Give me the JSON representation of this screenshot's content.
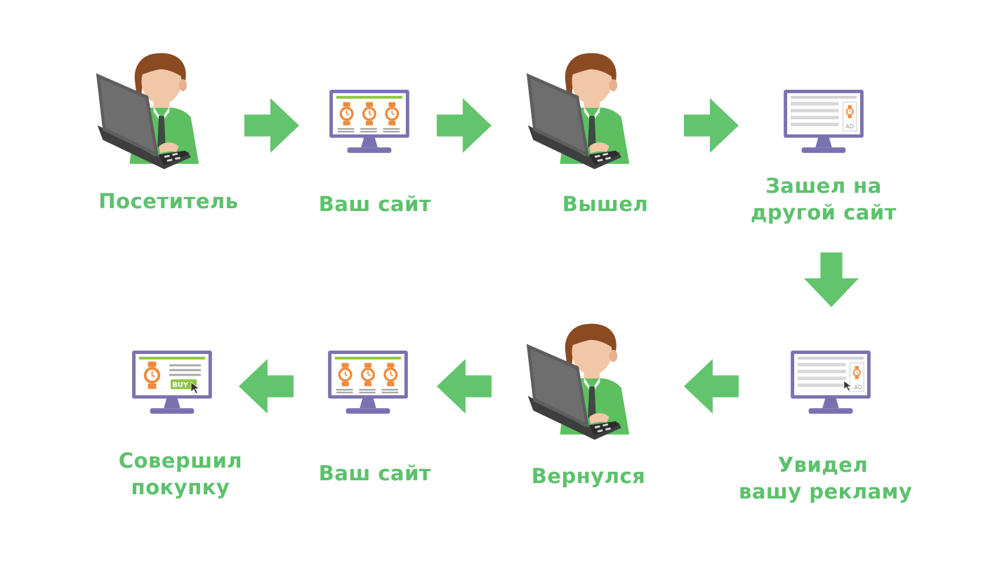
{
  "colors": {
    "accent_green": "#5cc16c",
    "skin": "#f2c7a8",
    "hair": "#8a4a22",
    "shirt": "#5cbf60",
    "laptop": "#5a5a5a",
    "monitor_frame": "#7a72b0",
    "product_orange": "#ef8a3c",
    "arrow_green": "#63c46e"
  },
  "icons": {
    "person_laptop": "person-with-laptop-icon",
    "site_monitor": "website-monitor-icon",
    "ad_monitor": "ad-monitor-icon",
    "buy_monitor": "buy-monitor-icon",
    "arrow": "arrow-icon"
  },
  "steps": [
    {
      "id": "visitor",
      "label": "Посетитель"
    },
    {
      "id": "your_site_1",
      "label": "Ваш сайт"
    },
    {
      "id": "left",
      "label": "Вышел"
    },
    {
      "id": "other_site",
      "label_line1": "Зашел на",
      "label_line2": "другой сайт",
      "ad_badge": "AD"
    },
    {
      "id": "saw_ad",
      "label_line1": "Увидел",
      "label_line2": "вашу рекламу",
      "ad_badge": "AD"
    },
    {
      "id": "returned",
      "label": "Вернулся"
    },
    {
      "id": "your_site_2",
      "label": "Ваш сайт"
    },
    {
      "id": "purchased",
      "label_line1": "Совершил",
      "label_line2": "покупку",
      "buy_badge": "BUY"
    }
  ]
}
